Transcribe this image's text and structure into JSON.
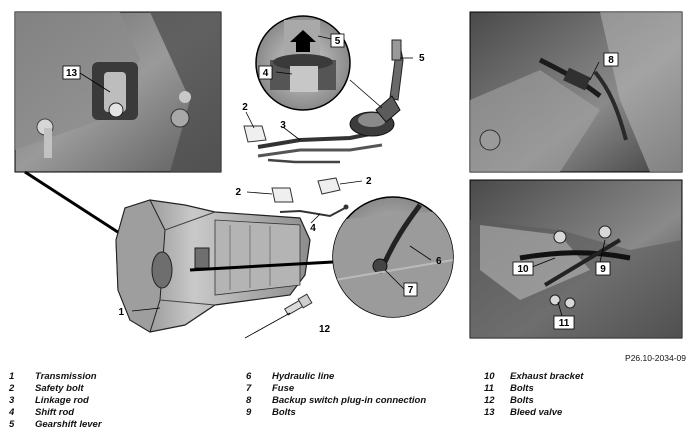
{
  "figure_id": "P26.10-2034-09",
  "callouts": {
    "c1": "1",
    "c2a": "2",
    "c2b": "2",
    "c2c": "2",
    "c3": "3",
    "c4a": "4",
    "c4b": "4",
    "c5a": "5",
    "c5b": "5",
    "c6": "6",
    "c7": "7",
    "c8": "8",
    "c9": "9",
    "c10": "10",
    "c11": "11",
    "c12": "12",
    "c13": "13"
  },
  "legend": {
    "col1": [
      {
        "num": "1",
        "label": "Transmission"
      },
      {
        "num": "2",
        "label": "Safety bolt"
      },
      {
        "num": "3",
        "label": "Linkage rod"
      },
      {
        "num": "4",
        "label": "Shift rod"
      },
      {
        "num": "5",
        "label": "Gearshift lever"
      }
    ],
    "col2": [
      {
        "num": "6",
        "label": "Hydraulic line"
      },
      {
        "num": "7",
        "label": "Fuse"
      },
      {
        "num": "8",
        "label": "Backup switch plug-in connection"
      },
      {
        "num": "9",
        "label": "Bolts"
      }
    ],
    "col3": [
      {
        "num": "10",
        "label": "Exhaust bracket"
      },
      {
        "num": "11",
        "label": "Bolts"
      },
      {
        "num": "12",
        "label": "Bolts"
      },
      {
        "num": "13",
        "label": "Bleed valve"
      }
    ]
  }
}
